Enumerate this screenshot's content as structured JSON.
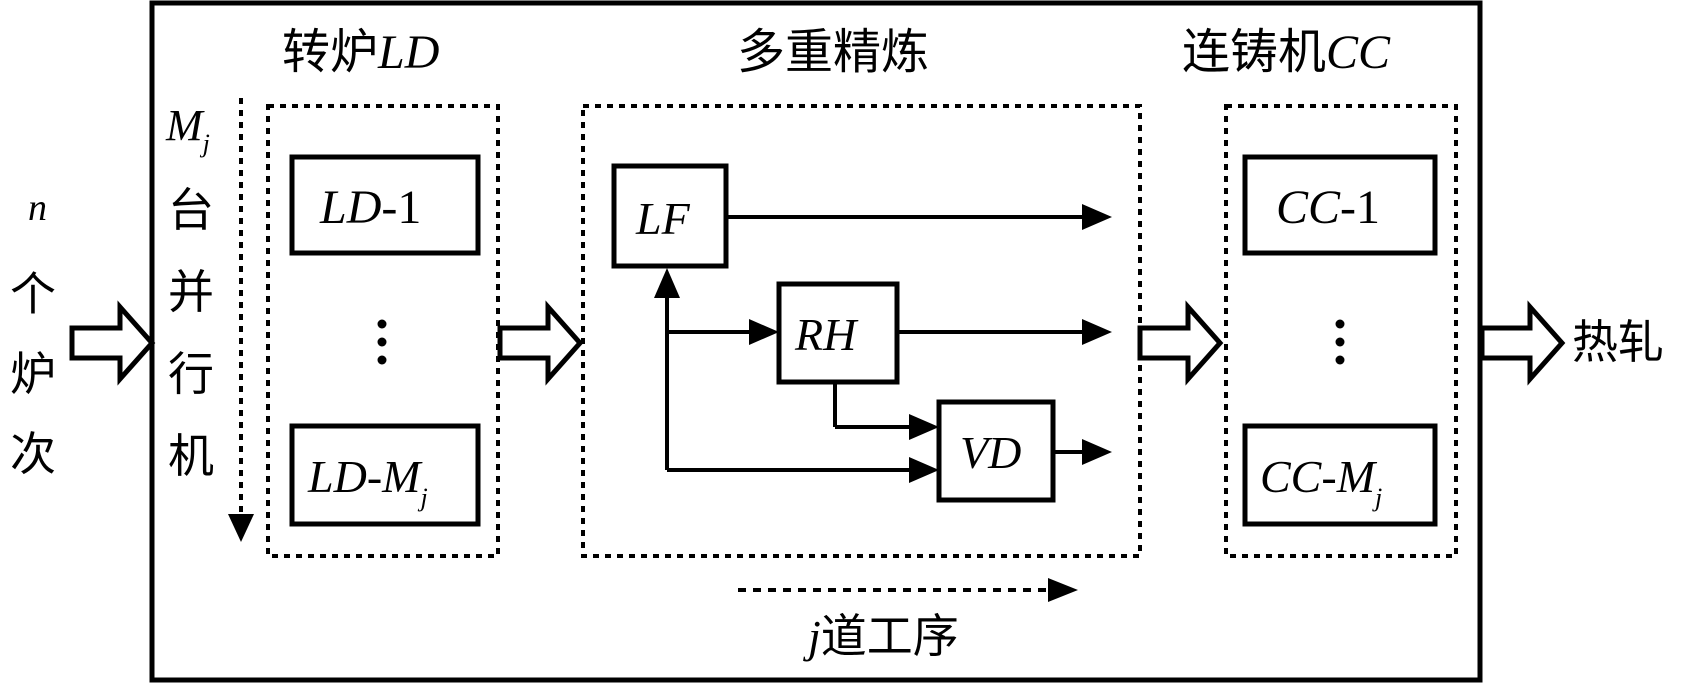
{
  "colors": {
    "ink": "#000000",
    "background": "#ffffff"
  },
  "input": {
    "n": "n",
    "chars": [
      "个",
      "炉",
      "次"
    ]
  },
  "output_label": "热轧",
  "stage_titles": {
    "ld": {
      "zh": "转炉",
      "abbr": "LD"
    },
    "refining": {
      "zh": "多重精炼"
    },
    "cc": {
      "zh": "连铸机",
      "abbr": "CC"
    }
  },
  "parallel_label": {
    "m": "M",
    "m_sub": "j",
    "chars": [
      "台",
      "并",
      "行",
      "机"
    ]
  },
  "ld_units": {
    "first": {
      "prefix": "LD",
      "suffix": "-1"
    },
    "last": {
      "prefix": "LD",
      "dash": "-",
      "m": "M",
      "m_sub": "j"
    }
  },
  "cc_units": {
    "first": {
      "prefix": "CC",
      "suffix": "-1"
    },
    "last": {
      "prefix": "CC",
      "dash": "-",
      "m": "M",
      "m_sub": "j"
    }
  },
  "refining_units": {
    "lf": "LF",
    "rh": "RH",
    "vd": "VD"
  },
  "process_label": {
    "j": "j",
    "zh": "道工序"
  },
  "icons": [
    "hollow-arrow-icon",
    "dotted-arrow-icon",
    "vertical-ellipsis-icon"
  ]
}
